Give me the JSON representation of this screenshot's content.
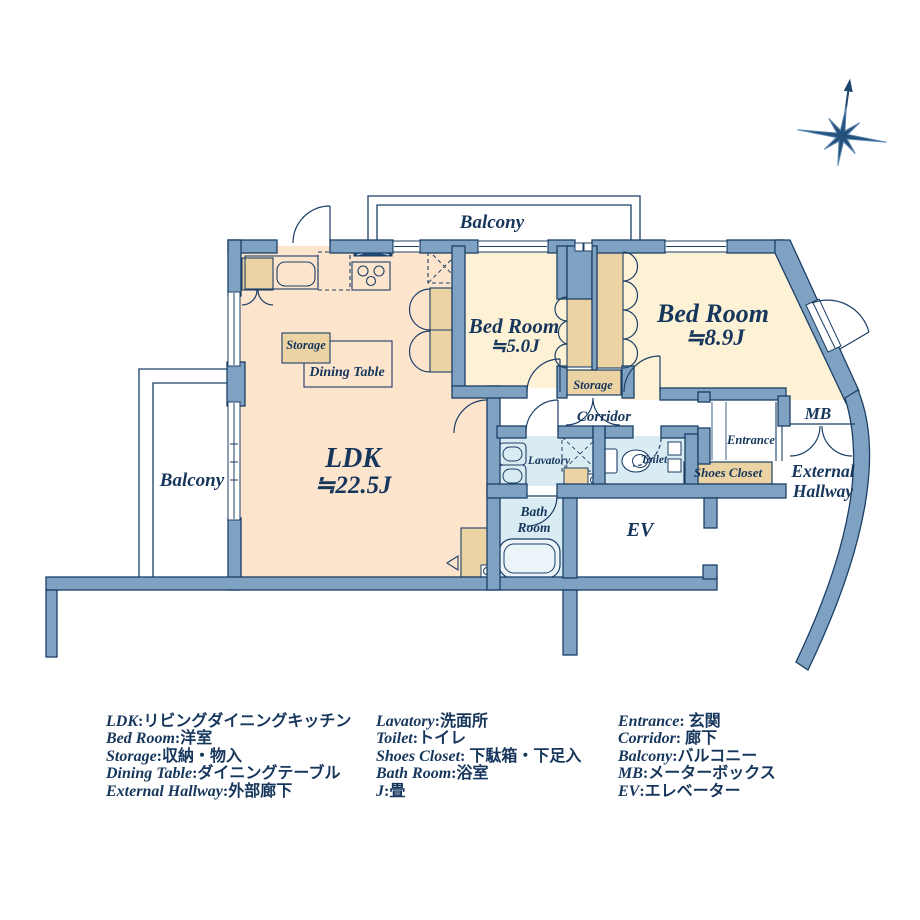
{
  "floorplan": {
    "compass": "north-compass",
    "rooms": {
      "balcony_top": "Balcony",
      "balcony_left": "Balcony",
      "ldk": {
        "name": "LDK",
        "size": "≒22.5J"
      },
      "bedroom_small": {
        "name": "Bed Room",
        "size": "≒5.0J"
      },
      "bedroom_large": {
        "name": "Bed Room",
        "size": "≒8.9J"
      },
      "storage_ldk": "Storage",
      "dining_table": "Dining Table",
      "storage_hall": "Storage",
      "corridor": "Corridor",
      "lavatory": "Lavatory",
      "toilet": "Toilet",
      "bath_line1": "Bath",
      "bath_line2": "Room",
      "shoes_closet": "Shoes Closet",
      "entrance": "Entrance",
      "mb": "MB",
      "external_line1": "External",
      "external_line2": "Hallway",
      "ev": "EV"
    }
  },
  "legend": {
    "col1": [
      {
        "en": "LDK",
        "ja": ":リビングダイニングキッチン"
      },
      {
        "en": "Bed Room",
        "ja": ":洋室"
      },
      {
        "en": "Storage",
        "ja": ":収納・物入"
      },
      {
        "en": "Dining Table",
        "ja": ":ダイニングテーブル"
      },
      {
        "en": "External Hallway",
        "ja": ":外部廊下"
      }
    ],
    "col2": [
      {
        "en": "Lavatory",
        "ja": ":洗面所"
      },
      {
        "en": "Toilet",
        "ja": ":トイレ"
      },
      {
        "en": "Shoes Closet",
        "ja": ": 下駄箱・下足入"
      },
      {
        "en": "Bath Room",
        "ja": ":浴室"
      },
      {
        "en": "J",
        "ja": ":畳"
      }
    ],
    "col3": [
      {
        "en": "Entrance",
        "ja": ": 玄関"
      },
      {
        "en": "Corridor",
        "ja": ": 廊下"
      },
      {
        "en": "Balcony",
        "ja": ":バルコニー"
      },
      {
        "en": "MB",
        "ja": ":メーターボックス"
      },
      {
        "en": "EV",
        "ja": ":エレベーター"
      }
    ]
  },
  "colors": {
    "wall": "#7fa2c2",
    "wall_outline": "#1c3f66",
    "ldk_floor": "#fce4cd",
    "bedroom_floor": "#fdf2d5",
    "closet": "#ecd3a4",
    "wet_room": "#d9ebf3",
    "text": "#16365c"
  }
}
